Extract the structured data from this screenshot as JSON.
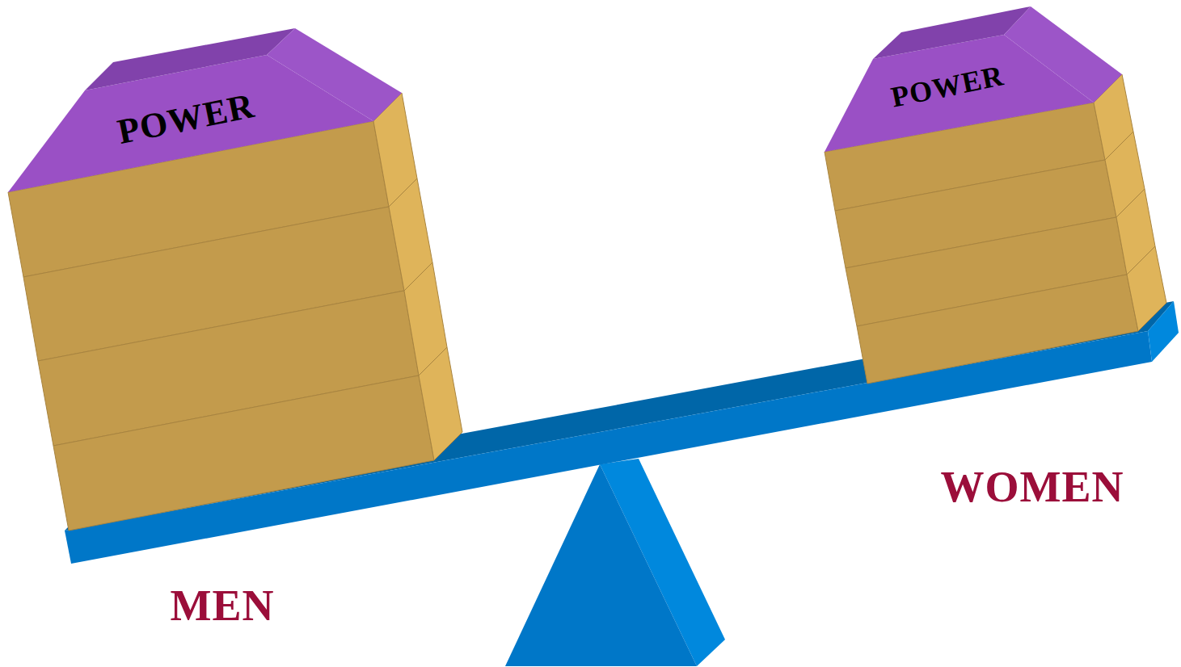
{
  "diagram": {
    "nodes": [
      {
        "text": [
          "POWER"
        ]
      },
      {
        "text": [
          "POWER"
        ]
      }
    ],
    "labels": [
      "MEN",
      "WOMEN"
    ]
  }
}
